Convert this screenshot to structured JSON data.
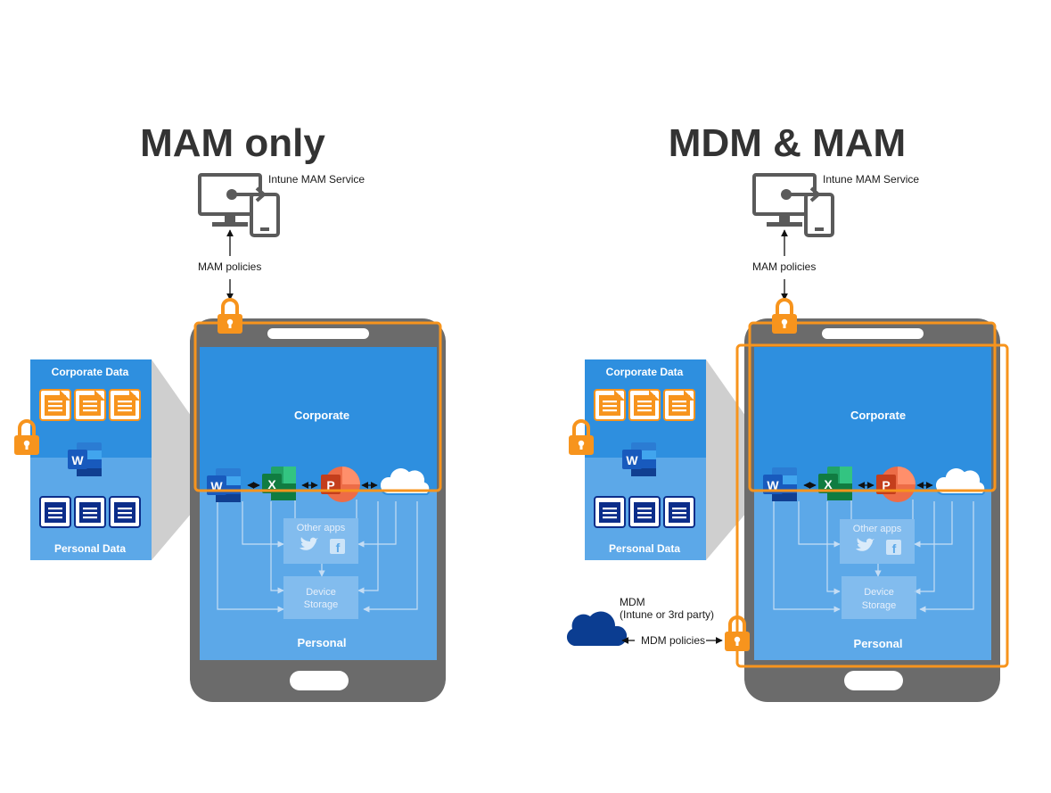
{
  "panels": [
    {
      "title": "MAM only",
      "service_label": "Intune MAM Service",
      "policies_label": "MAM policies",
      "data_panel": {
        "corporate_label": "Corporate Data",
        "personal_label": "Personal Data"
      },
      "phone": {
        "corporate_label": "Corporate",
        "personal_label": "Personal",
        "other_apps_label": "Other apps",
        "storage_line1": "Device",
        "storage_line2": "Storage"
      }
    },
    {
      "title": "MDM & MAM",
      "service_label": "Intune MAM Service",
      "policies_label": "MAM policies",
      "data_panel": {
        "corporate_label": "Corporate Data",
        "personal_label": "Personal Data"
      },
      "phone": {
        "corporate_label": "Corporate",
        "personal_label": "Personal",
        "other_apps_label": "Other apps",
        "storage_line1": "Device",
        "storage_line2": "Storage"
      },
      "mdm": {
        "line1": "MDM",
        "line2": "(Intune or 3rd party)",
        "policies_label": "MDM policies"
      }
    }
  ],
  "colors": {
    "accent_orange": "#f7941d",
    "corporate_blue": "#2e8fdf",
    "personal_blue": "#5ca8e8",
    "phone_gray": "#6b6b6b",
    "mdm_cloud": "#0b3d91"
  },
  "icons": [
    "monitor-tablet-icon",
    "lock-icon",
    "word-icon",
    "excel-icon",
    "powerpoint-icon",
    "onedrive-cloud-icon",
    "twitter-icon",
    "facebook-icon",
    "document-icon",
    "cloud-icon"
  ],
  "app_letters": {
    "word": "W",
    "excel": "X",
    "powerpoint": "P",
    "facebook": "f"
  }
}
